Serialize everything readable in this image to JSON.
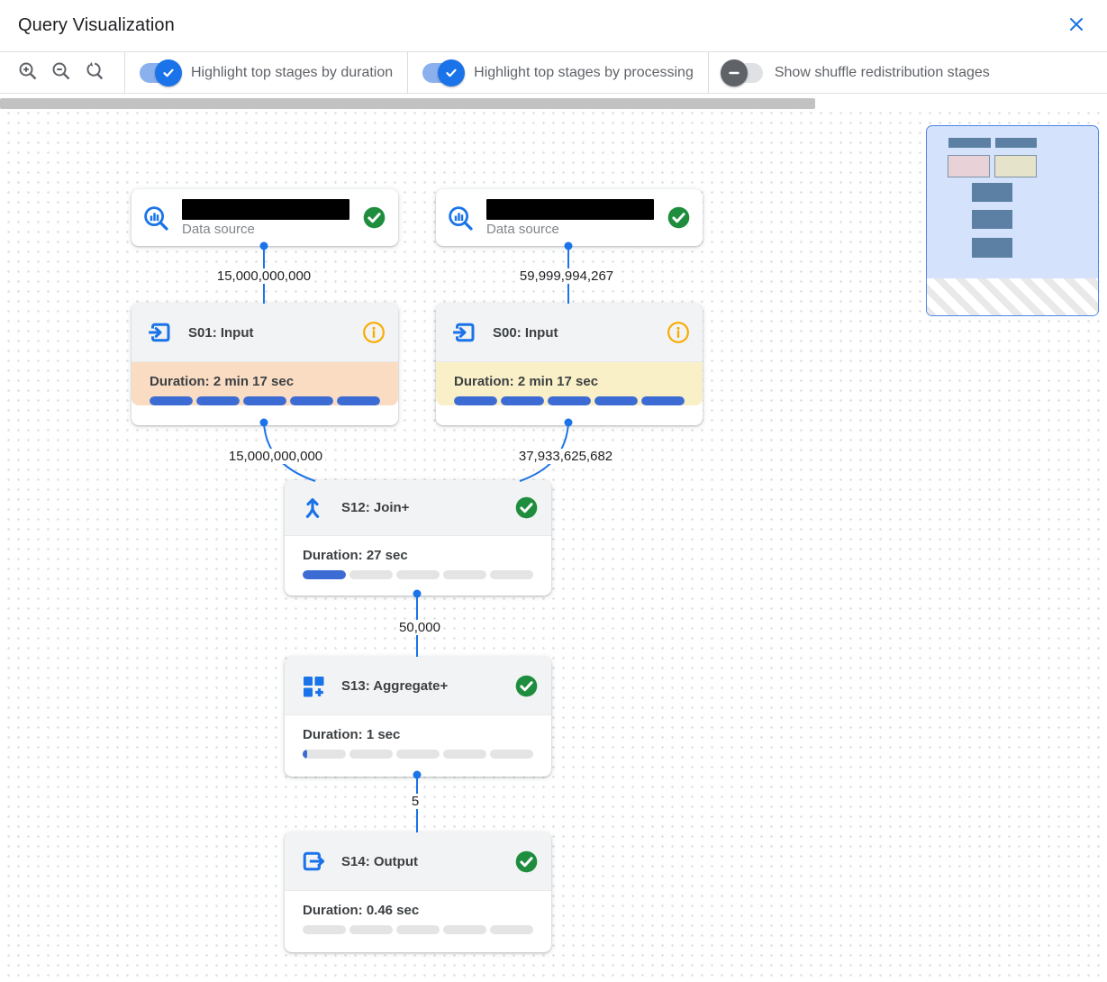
{
  "header": {
    "title": "Query Visualization"
  },
  "toolbar": {
    "zoom_buttons": [
      {
        "name": "zoom-in",
        "icon": "magnifier-plus"
      },
      {
        "name": "zoom-out",
        "icon": "magnifier-minus"
      },
      {
        "name": "zoom-reset",
        "icon": "magnifier-reset-arrow"
      }
    ],
    "toggles": [
      {
        "label": "Highlight top stages by duration",
        "state": "on"
      },
      {
        "label": "Highlight top stages by processing",
        "state": "on"
      },
      {
        "label": "Show shuffle redistribution stages",
        "state": "off"
      }
    ]
  },
  "graph": {
    "nodes": {
      "ds1": {
        "type": "data-source",
        "label": "Data source",
        "name_redacted": true,
        "status": "complete"
      },
      "ds2": {
        "type": "data-source",
        "label": "Data source",
        "name_redacted": true,
        "status": "complete"
      },
      "s01": {
        "title": "S01: Input",
        "duration_label": "Duration: 2 min 17 sec",
        "duration": "2 min 17 sec",
        "progress_percent": 100,
        "highlight": "top-by-duration",
        "status": "info"
      },
      "s00": {
        "title": "S00: Input",
        "duration_label": "Duration: 2 min 17 sec",
        "duration": "2 min 17 sec",
        "progress_percent": 100,
        "highlight": "top-by-processing",
        "status": "info"
      },
      "s12": {
        "title": "S12: Join+",
        "duration_label": "Duration: 27 sec",
        "duration": "27 sec",
        "progress_percent": 20,
        "highlight": "none",
        "status": "complete"
      },
      "s13": {
        "title": "S13: Aggregate+",
        "duration_label": "Duration: 1 sec",
        "duration": "1 sec",
        "progress_percent": 2,
        "highlight": "none",
        "status": "complete"
      },
      "s14": {
        "title": "S14: Output",
        "duration_label": "Duration: 0.46 sec",
        "duration": "0.46 sec",
        "progress_percent": 0,
        "highlight": "none",
        "status": "complete"
      }
    },
    "edges": [
      {
        "from": "ds1",
        "to": "s01",
        "label": "15,000,000,000"
      },
      {
        "from": "ds2",
        "to": "s00",
        "label": "59,999,994,267"
      },
      {
        "from": "s01",
        "to": "s12",
        "label": "15,000,000,000"
      },
      {
        "from": "s00",
        "to": "s12",
        "label": "37,933,625,682"
      },
      {
        "from": "s12",
        "to": "s13",
        "label": "50,000"
      },
      {
        "from": "s13",
        "to": "s14",
        "label": "5"
      }
    ]
  },
  "minimap": {
    "present": true,
    "hatched_overflow_area": true
  },
  "colors": {
    "accent_blue": "#1a73e8",
    "progress_blue": "#3c6bd4",
    "duration_highlight": "#fadcc3",
    "processing_highlight": "#faf0c8",
    "success_green": "#1e8e3e",
    "warning_orange": "#f9ab00",
    "stage_header_gray": "#f2f3f4"
  }
}
